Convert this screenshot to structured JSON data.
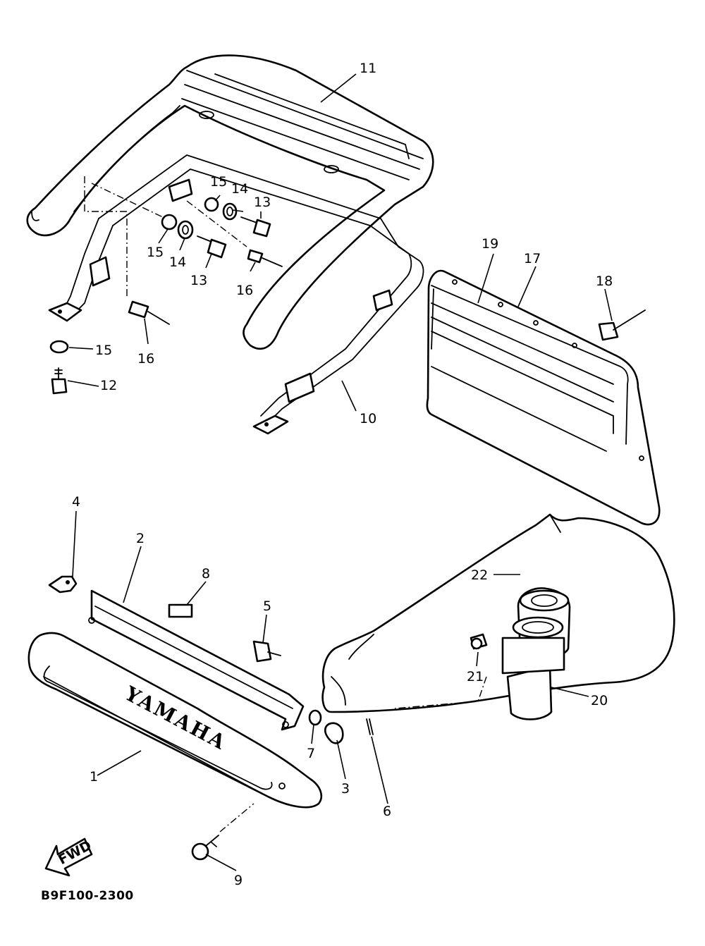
{
  "diagram": {
    "drawing_code": "B9F100-2300",
    "fwd_label": "FWD",
    "logo_text": "YAMAHA",
    "callouts": [
      "1",
      "2",
      "3",
      "4",
      "5",
      "6",
      "7",
      "8",
      "9",
      "10",
      "11",
      "12",
      "13",
      "13",
      "14",
      "14",
      "15",
      "15",
      "15",
      "16",
      "16",
      "17",
      "18",
      "19",
      "20",
      "21",
      "22"
    ]
  }
}
